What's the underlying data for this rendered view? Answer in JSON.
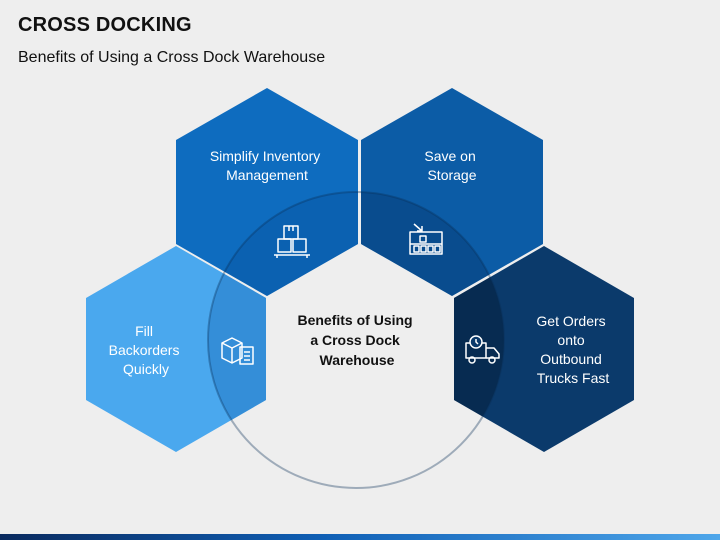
{
  "header": {
    "title": "CROSS DOCKING",
    "subtitle": "Benefits of Using a Cross Dock Warehouse"
  },
  "diagram": {
    "center_lines": [
      "Benefits of Using",
      "a Cross Dock",
      "Warehouse"
    ],
    "hexagons": [
      {
        "id": "simplify",
        "lines": [
          "Simplify Inventory",
          "Management"
        ],
        "color": "#0e6cbf",
        "icon": "boxes-on-pallet-icon"
      },
      {
        "id": "storage",
        "lines": [
          "Save on",
          "Storage"
        ],
        "color": "#0c5ca6",
        "icon": "warehouse-shelf-icon"
      },
      {
        "id": "backorders",
        "lines": [
          "Fill",
          "Backorders",
          "Quickly"
        ],
        "color": "#4aa8ee",
        "icon": "box-checklist-icon"
      },
      {
        "id": "trucks",
        "lines": [
          "Get Orders",
          "onto",
          "Outbound",
          "Trucks Fast"
        ],
        "color": "#0b3a6b",
        "icon": "delivery-truck-icon"
      }
    ]
  },
  "colors": {
    "background": "#eeeeee",
    "overlap_light": "#3a8fd6",
    "overlap_dark": "#0a4f93"
  }
}
